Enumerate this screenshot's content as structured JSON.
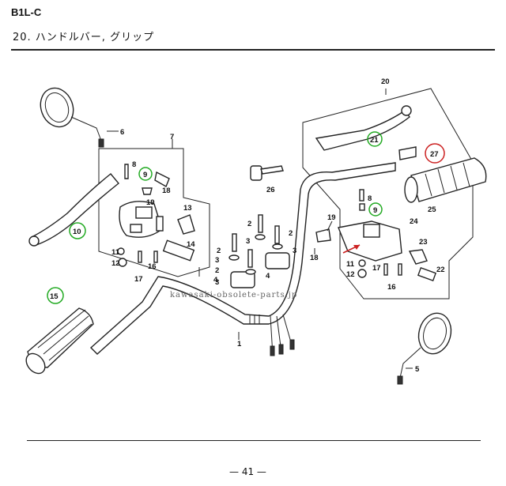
{
  "header": {
    "model_code": "B1L-C",
    "section_title": "20.  ハンドルバー, グリップ"
  },
  "footer": {
    "page_number": "— 41 —"
  },
  "watermark": "kawasaki-obsolete-parts.jp",
  "callouts": {
    "c1": "1",
    "c2a": "2",
    "c2b": "2",
    "c2c": "2",
    "c2d": "2",
    "c3a": "3",
    "c3b": "3",
    "c3c": "3",
    "c3d": "3",
    "c4a": "4",
    "c4b": "4",
    "c5": "5",
    "c6": "6",
    "c7": "7",
    "c8a": "8",
    "c8b": "8",
    "c9a": "9",
    "c9b": "9",
    "c10": "10",
    "c11a": "11",
    "c11b": "11",
    "c12a": "12",
    "c12b": "12",
    "c13": "13",
    "c14": "14",
    "c15": "15",
    "c16a": "16",
    "c16b": "16",
    "c17a": "17",
    "c17b": "17",
    "c18a": "18",
    "c18b": "18",
    "c19a": "19",
    "c19b": "19",
    "c20": "20",
    "c21": "21",
    "c22": "22",
    "c23": "23",
    "c24": "24",
    "c25": "25",
    "c26": "26",
    "c27": "27"
  },
  "highlight_colors": {
    "green": "#22aa22",
    "red": "#cc2222"
  }
}
